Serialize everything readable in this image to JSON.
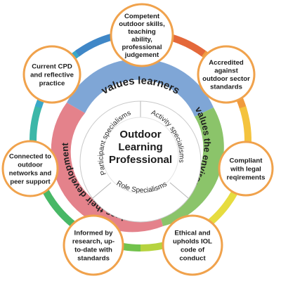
{
  "colors": {
    "ring_segments": [
      "#e4683a",
      "#f09a3c",
      "#f4c33d",
      "#e6dc3f",
      "#b6d33f",
      "#72c24c",
      "#48b866",
      "#3cb7a8",
      "#38a8c9",
      "#3f87c7"
    ],
    "node_border": "#f0a24c",
    "values_learners": "#7fa6d6",
    "values_environment": "#8bc46a",
    "values_development": "#e4828b"
  },
  "center": {
    "lines": [
      "Outdoor",
      "Learning",
      "Professional"
    ]
  },
  "specialisms": {
    "participant": "Participant specialisms",
    "activity": "Activity specialisms",
    "role": "Role Specialisms"
  },
  "values": {
    "learners": "values learners",
    "environment": "values the environment",
    "development": "values their development"
  },
  "nodes": [
    {
      "id": "competent",
      "lines": [
        "Competent",
        "outdoor skills,",
        "teaching",
        "ability,",
        "professional",
        "judgement"
      ]
    },
    {
      "id": "accredited",
      "lines": [
        "Accredited",
        "against",
        "outdoor sector",
        "standards"
      ]
    },
    {
      "id": "compliant",
      "lines": [
        "Compliant",
        "with legal",
        "reqirements"
      ]
    },
    {
      "id": "ethical",
      "lines": [
        "Ethical and",
        "upholds IOL",
        "code of",
        "conduct"
      ]
    },
    {
      "id": "informed",
      "lines": [
        "Informed by",
        "research, up-",
        "to-date with",
        "standards"
      ]
    },
    {
      "id": "connected",
      "lines": [
        "Connected to",
        "outdoor",
        "networks and",
        "peer support"
      ]
    },
    {
      "id": "cpd",
      "lines": [
        "Current CPD",
        "and reflective",
        "practice"
      ]
    }
  ]
}
